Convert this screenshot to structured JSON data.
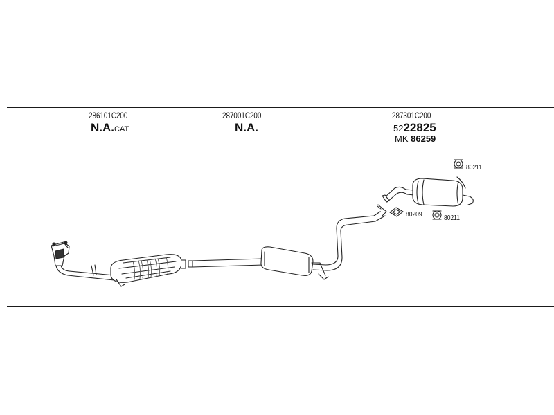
{
  "parts": [
    {
      "part_no": "286101C200",
      "label": "N.A.",
      "label_suffix": "CAT"
    },
    {
      "part_no": "287001C200",
      "label": "N.A."
    },
    {
      "part_no": "287301C200",
      "ref_prefix": "52",
      "ref_number": "22825",
      "mk_prefix": "MK",
      "mk_number": "86259"
    }
  ],
  "accessories": [
    {
      "code": "80211"
    },
    {
      "code": "80209"
    },
    {
      "code": "80211"
    }
  ]
}
